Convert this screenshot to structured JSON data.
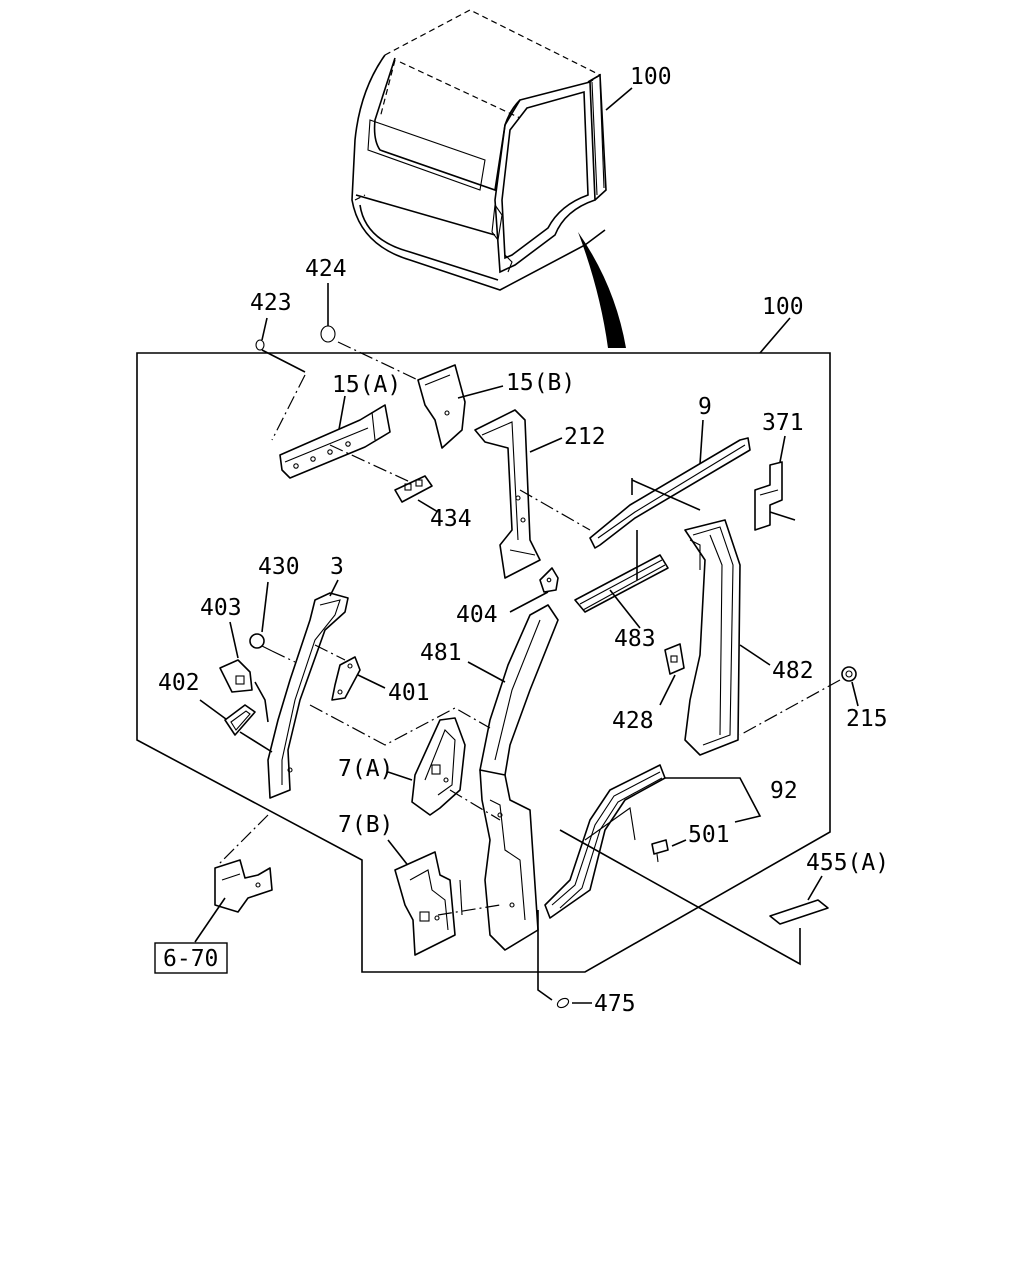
{
  "diagram": {
    "callouts": {
      "cab_top": "100",
      "cab_group": "100",
      "p424": "424",
      "p423": "423",
      "p15a": "15(A)",
      "p15b": "15(B)",
      "p212": "212",
      "p9": "9",
      "p371": "371",
      "p434": "434",
      "p430": "430",
      "p3": "3",
      "p403": "403",
      "p404": "404",
      "p483": "483",
      "p481": "481",
      "p401": "401",
      "p402": "402",
      "p482": "482",
      "p215": "215",
      "p428": "428",
      "p7a": "7(A)",
      "p92": "92",
      "p501": "501",
      "p7b": "7(B)",
      "p455a": "455(A)",
      "ref670": "6-70",
      "p475": "475"
    }
  }
}
